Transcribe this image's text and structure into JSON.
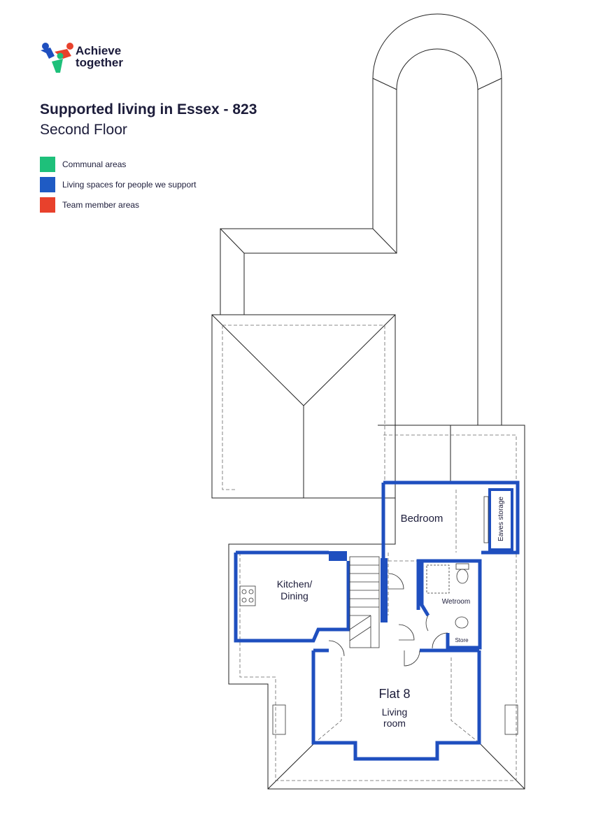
{
  "brand": {
    "name_line1": "Achieve",
    "name_line2": "together"
  },
  "header": {
    "title": "Supported living in Essex - 823",
    "subtitle": "Second Floor"
  },
  "legend": [
    {
      "label": "Communal areas",
      "color": "#1ec07a"
    },
    {
      "label": "Living spaces for people we support",
      "color": "#1f5bc4"
    },
    {
      "label": "Team member areas",
      "color": "#e8412c"
    }
  ],
  "rooms": {
    "bedroom": "Bedroom",
    "eaves": "Eaves storage",
    "kitchen_line1": "Kitchen/",
    "kitchen_line2": "Dining",
    "wetroom": "Wetroom",
    "store": "Store",
    "flat": "Flat 8",
    "living_line1": "Living",
    "living_line2": "room"
  },
  "colors": {
    "wall": "#1f4fbf",
    "outline": "#222222"
  }
}
